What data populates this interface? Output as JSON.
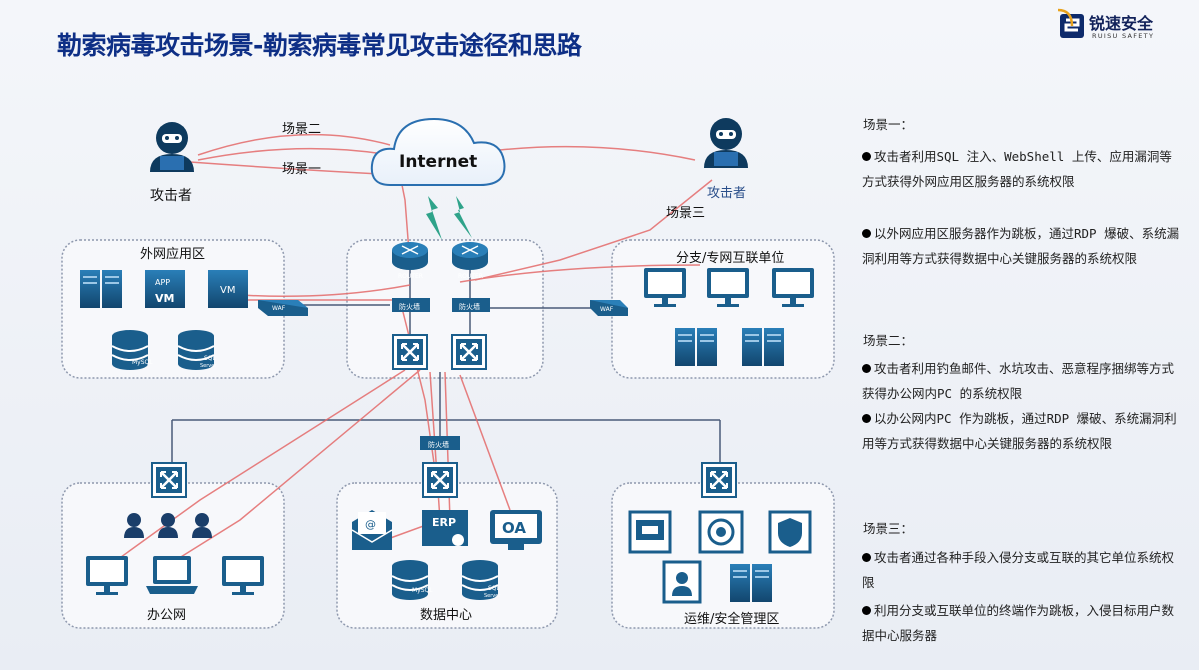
{
  "title": "勒索病毒攻击场景-勒索病毒常见攻击途径和思路",
  "logo": {
    "name": "锐速安全",
    "subtitle": "RUISU SAFETY"
  },
  "diagram": {
    "internet": "Internet",
    "attacker_left": "攻击者",
    "attacker_right": "攻击者",
    "scenario_labels": {
      "s1": "场景一",
      "s2": "场景二",
      "s3": "场景三"
    },
    "zones": {
      "external": "外网应用区",
      "branch": "分支/专网互联单位",
      "office": "办公网",
      "datacenter": "数据中心",
      "ops": "运维/安全管理区"
    },
    "device_labels": {
      "router": "ROUTER",
      "firewall": "防火墙",
      "app": "APP",
      "vm": "VM",
      "mysql": "MySQL",
      "sql": "SQL",
      "server": "Server",
      "erp": "ERP",
      "oa": "OA",
      "waf": "WAF"
    },
    "colors": {
      "zone_border": "#8e98ad",
      "device_blue": "#1a5e8c",
      "attack_line": "#e46a6a",
      "cloud": "#2a6fb0"
    }
  },
  "scenarios": [
    {
      "title": "场景一：",
      "bullets": [
        "攻击者利用SQL 注入、WebShell 上传、应用漏洞等方式获得外网应用区服务器的系统权限",
        "以外网应用区服务器作为跳板，通过RDP 爆破、系统漏洞利用等方式获得数据中心关键服务器的系统权限"
      ]
    },
    {
      "title": "场景二：",
      "bullets": [
        "攻击者利用钓鱼邮件、水坑攻击、恶意程序捆绑等方式获得办公网内PC 的系统权限",
        "以办公网内PC 作为跳板，通过RDP 爆破、系统漏洞利用等方式获得数据中心关键服务器的系统权限"
      ]
    },
    {
      "title": "场景三：",
      "bullets": [
        "攻击者通过各种手段入侵分支或互联的其它单位系统权限",
        "利用分支或互联单位的终端作为跳板，入侵目标用户数据中心服务器"
      ]
    }
  ]
}
